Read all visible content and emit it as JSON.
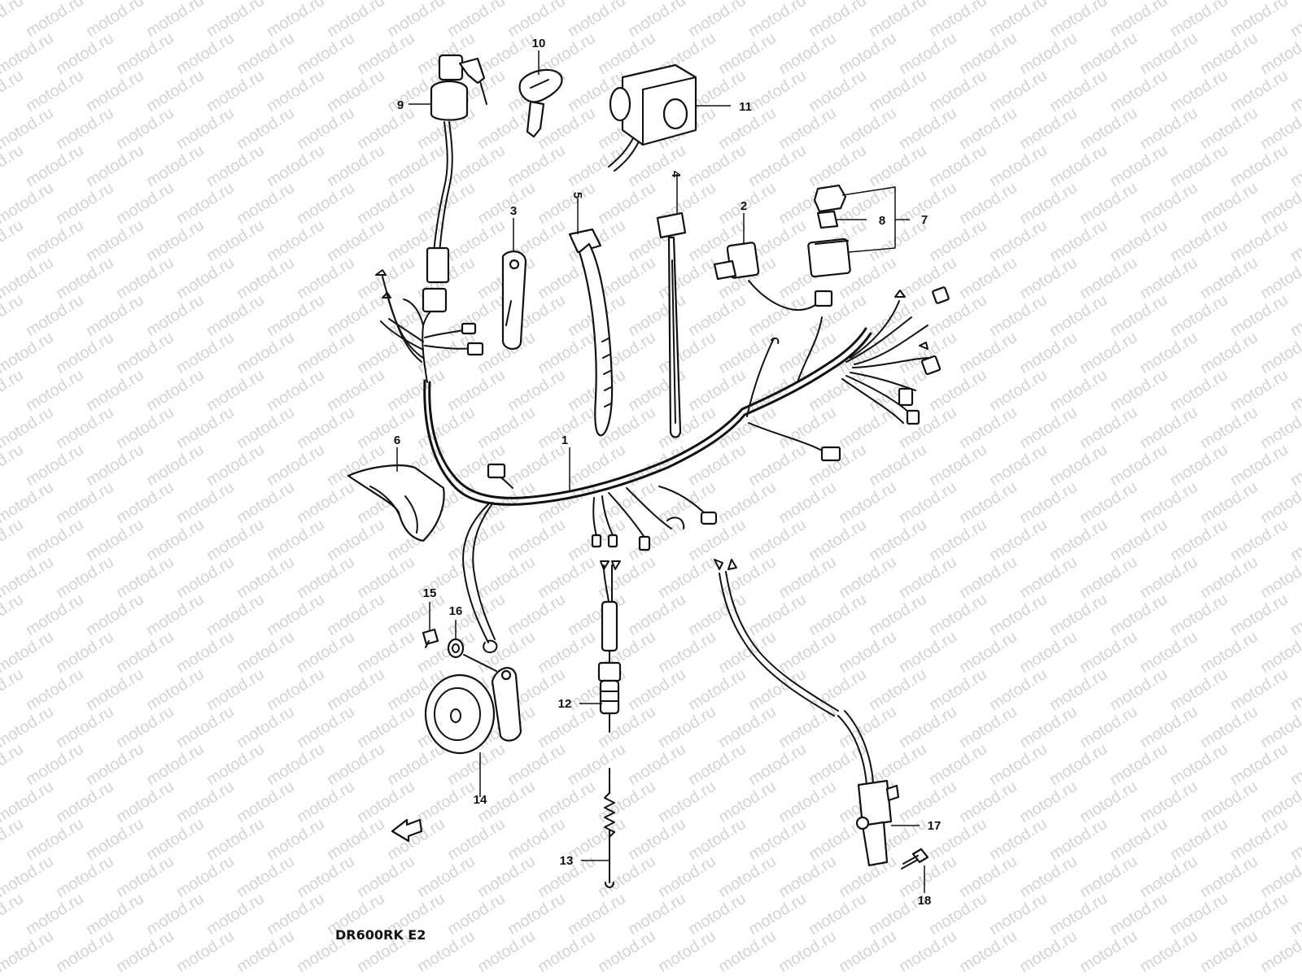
{
  "watermark": {
    "text": "motod.ru"
  },
  "model_code": "DR600RK E2",
  "callouts": [
    {
      "id": "c1",
      "label": "1"
    },
    {
      "id": "c2",
      "label": "2"
    },
    {
      "id": "c3",
      "label": "3"
    },
    {
      "id": "c4",
      "label": "4"
    },
    {
      "id": "c5",
      "label": "5"
    },
    {
      "id": "c6",
      "label": "6"
    },
    {
      "id": "c7",
      "label": "7"
    },
    {
      "id": "c8",
      "label": "8"
    },
    {
      "id": "c9",
      "label": "9"
    },
    {
      "id": "c10",
      "label": "10"
    },
    {
      "id": "c11",
      "label": "11"
    },
    {
      "id": "c12",
      "label": "12"
    },
    {
      "id": "c13",
      "label": "13"
    },
    {
      "id": "c14",
      "label": "14"
    },
    {
      "id": "c15",
      "label": "15"
    },
    {
      "id": "c16",
      "label": "16"
    },
    {
      "id": "c17",
      "label": "17"
    },
    {
      "id": "c18",
      "label": "18"
    }
  ],
  "front_arrow_icon": "front-direction-arrow-icon"
}
